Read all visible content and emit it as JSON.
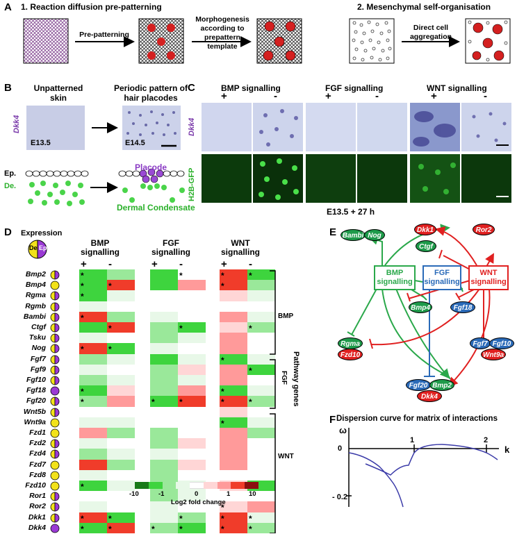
{
  "panelA": {
    "label": "A",
    "title1": "1. Reaction diffusion pre-patterning",
    "title2": "2. Mesenchymal self-organisation",
    "arrow1": "Pre-patterning",
    "arrow2": "Morphogenesis according to prepattern template",
    "arrow3": "Direct cell aggregation"
  },
  "panelB": {
    "label": "B",
    "col1": "Unpatterned skin",
    "col2": "Periodic pattern of hair placodes",
    "gene": "Dkk4",
    "stage1": "E13.5",
    "stage2": "E14.5",
    "ep": "Ep.",
    "de": "De.",
    "placode": "Placode",
    "dermal": "Dermal Condensate"
  },
  "panelC": {
    "label": "C",
    "groups": [
      {
        "title": "BMP signalling",
        "plus": "+",
        "minus": "-"
      },
      {
        "title": "FGF signalling",
        "plus": "+",
        "minus": "-"
      },
      {
        "title": "WNT signalling",
        "plus": "+",
        "minus": "-"
      }
    ],
    "row1": "Dkk4",
    "row2": "H2B-GFP",
    "caption": "E13.5 + 27 h"
  },
  "panelD": {
    "label": "D",
    "expression": "Expression",
    "de": "De",
    "ep": "Ep",
    "groups": [
      {
        "title": "BMP signalling",
        "plus": "+",
        "minus": "-"
      },
      {
        "title": "FGF signalling",
        "plus": "+",
        "minus": "-"
      },
      {
        "title": "WNT signalling",
        "plus": "+",
        "minus": "-"
      }
    ],
    "genes": [
      "Bmp2",
      "Bmp4",
      "Rgma",
      "Rgmb",
      "Bambi",
      "Ctgf",
      "Tsku",
      "Nog",
      "Fgf7",
      "Fgf9",
      "Fgf10",
      "Fgf18",
      "Fgf20",
      "Wnt5b",
      "Wnt9a",
      "Fzd1",
      "Fzd2",
      "Fzd4",
      "Fzd7",
      "Fzd8",
      "Fzd10",
      "Ror1",
      "Ror2",
      "Dkk1",
      "Dkk4"
    ],
    "brackets": {
      "bmp": "BMP",
      "fgf": "FGF",
      "wnt": "WNT",
      "side": "Pathway genes"
    },
    "colorbar": {
      "ticks": [
        "-10",
        "-1",
        "0",
        "1",
        "10"
      ],
      "label": "Log2 fold change"
    },
    "colors": {
      "c0": "#1a7a1a",
      "c1": "#3ed43e",
      "c2": "#9ae89a",
      "c3": "#e8f8e8",
      "c4": "#ffffff",
      "c5": "#ffd6d6",
      "c6": "#ff9a9a",
      "c7": "#f03c2a",
      "c8": "#8b0f0f"
    }
  },
  "panelE": {
    "label": "E",
    "bmp": "BMP signalling",
    "fgf": "FGF signalling",
    "wnt": "WNT signalling",
    "nodes": [
      "Bambi",
      "Nog",
      "Dkk1",
      "Ror2",
      "Ctgf",
      "Bmp4",
      "Fgf18",
      "Rgma",
      "Fzd10",
      "Fgf7",
      "Fgf10",
      "Wnt9a",
      "Fgf20",
      "Bmp2",
      "Dkk4"
    ]
  },
  "panelF": {
    "label": "F",
    "title": "Dispersion curve for matrix of interactions",
    "omega": "ω",
    "k": "k",
    "ticks": [
      "0",
      "1",
      "2",
      "- 0.2"
    ]
  }
}
